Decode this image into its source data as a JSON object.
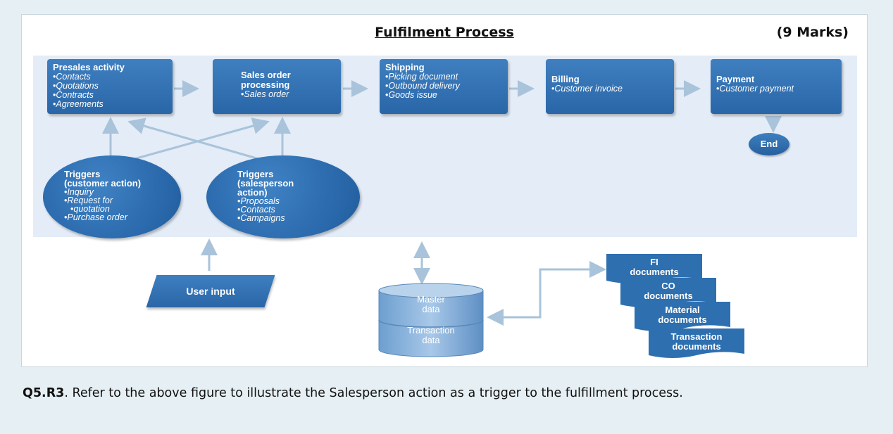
{
  "header": {
    "title": "Fulfilment Process",
    "marks": "(9 Marks)"
  },
  "diagram": {
    "presales": {
      "title": "Presales activity",
      "items": [
        "Contacts",
        "Quotations",
        "Contracts",
        "Agreements"
      ]
    },
    "sales_order": {
      "title_line1": "Sales order",
      "title_line2": "processing",
      "items": [
        "Sales order"
      ]
    },
    "shipping": {
      "title": "Shipping",
      "items": [
        "Picking document",
        "Outbound delivery",
        "Goods issue"
      ]
    },
    "billing": {
      "title": "Billing",
      "items": [
        "Customer invoice"
      ]
    },
    "payment": {
      "title": "Payment",
      "items": [
        "Customer payment"
      ]
    },
    "end": "End",
    "trigger_customer": {
      "title_line1": "Triggers",
      "title_line2": "(customer action)",
      "items": [
        "Inquiry",
        "Request for",
        "quotation",
        "Purchase order"
      ]
    },
    "trigger_salesperson": {
      "title_line1": "Triggers",
      "title_line2": "(salesperson",
      "title_line3": "action)",
      "items": [
        "Proposals",
        "Contacts",
        "Campaigns"
      ]
    },
    "user_input": "User input",
    "database": {
      "top_line1": "Master",
      "top_line2": "data",
      "bottom_line1": "Transaction",
      "bottom_line2": "data"
    },
    "documents": [
      {
        "line1": "FI",
        "line2": "documents"
      },
      {
        "line1": "CO",
        "line2": "documents"
      },
      {
        "line1": "Material",
        "line2": "documents"
      },
      {
        "line1": "Transaction",
        "line2": "documents"
      }
    ],
    "colors": {
      "box": "#2e6fb0",
      "band": "#e3ecf7",
      "arrow": "#a9c3da"
    }
  },
  "question": {
    "id": "Q5.R3",
    "text": ". Refer to the above figure to illustrate the Salesperson action as a trigger to the fulfillment process."
  }
}
